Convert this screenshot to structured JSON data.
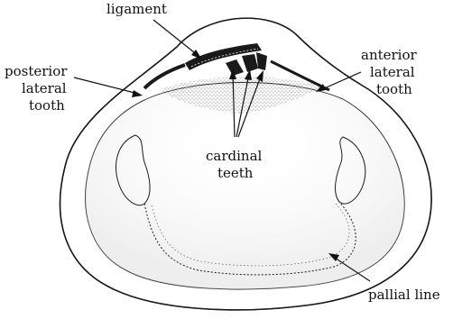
{
  "labels": {
    "ligament": "ligament",
    "posterior_line1": "posterior",
    "posterior_line2": "lateral",
    "posterior_line3": "tooth",
    "anterior_line1": "anterior",
    "anterior_line2": "lateral",
    "anterior_line3": "tooth",
    "cardinal_line1": "cardinal",
    "cardinal_line2": "teeth",
    "pallial": "pallial line"
  }
}
